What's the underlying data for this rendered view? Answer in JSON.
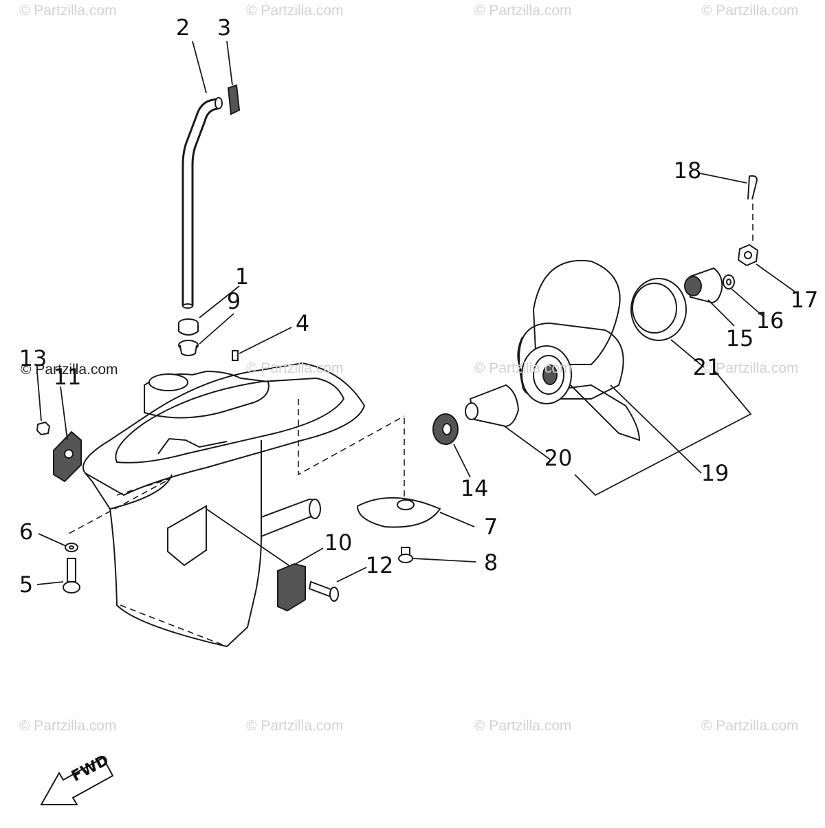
{
  "watermark": "© Partzilla.com",
  "labels": {
    "p1": "1",
    "p2": "2",
    "p3": "3",
    "p4": "4",
    "p5": "5",
    "p6": "6",
    "p7": "7",
    "p8": "8",
    "p9": "9",
    "p10": "10",
    "p11": "11",
    "p12": "12",
    "p13": "13",
    "p14": "14",
    "p15": "15",
    "p16": "16",
    "p17": "17",
    "p18": "18",
    "p19": "19",
    "p20": "20",
    "p21": "21"
  },
  "fwd_label": "FWD"
}
